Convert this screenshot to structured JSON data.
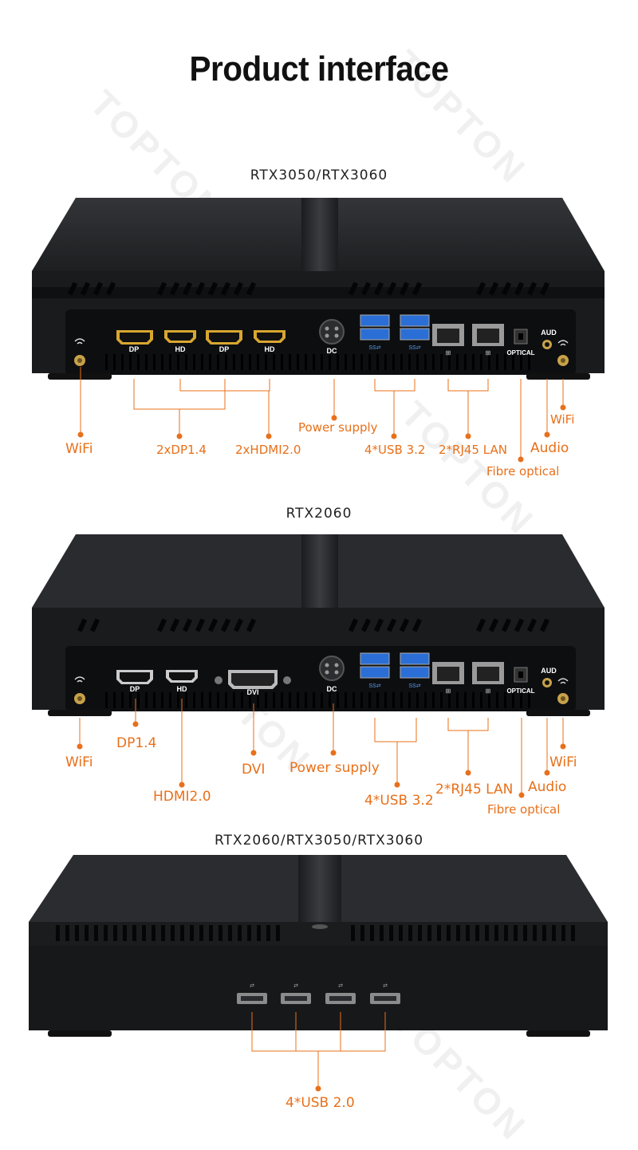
{
  "page_title": "Product interface",
  "watermark": "TOPTON",
  "colors": {
    "accent": "#e8701a",
    "device": "#1b1c1e",
    "panel": "#111214",
    "usb_blue": "#2b6fd6",
    "hdmi_gold": "#d8a630"
  },
  "section1": {
    "title": "RTX3050/RTX3060",
    "port_labels": {
      "dp1": "DP",
      "hd1": "HD",
      "dp2": "DP",
      "hd2": "HD",
      "dc": "DC",
      "optical": "OPTICAL",
      "aud": "AUD"
    },
    "callouts": {
      "wifi_left": "WiFi",
      "dp": "2xDP1.4",
      "hdmi": "2xHDMI2.0",
      "power": "Power supply",
      "usb": "4*USB 3.2",
      "lan": "2*RJ45  LAN",
      "wifi_right": "WiFi",
      "audio": "Audio",
      "optical": "Fibre optical"
    }
  },
  "section2": {
    "title": "RTX2060",
    "port_labels": {
      "dp": "DP",
      "hd": "HD",
      "dvi": "DVI",
      "dc": "DC",
      "optical": "OPTICAL",
      "aud": "AUD"
    },
    "callouts": {
      "wifi_left": "WiFi",
      "dp": "DP1.4",
      "hdmi": "HDMI2.0",
      "dvi": "DVI",
      "power": "Power supply",
      "usb": "4*USB 3.2",
      "lan": "2*RJ45  LAN",
      "wifi_right": "WiFi",
      "audio": "Audio",
      "optical": "Fibre optical"
    }
  },
  "section3": {
    "title": "RTX2060/RTX3050/RTX3060",
    "callouts": {
      "usb": "4*USB 2.0"
    }
  }
}
